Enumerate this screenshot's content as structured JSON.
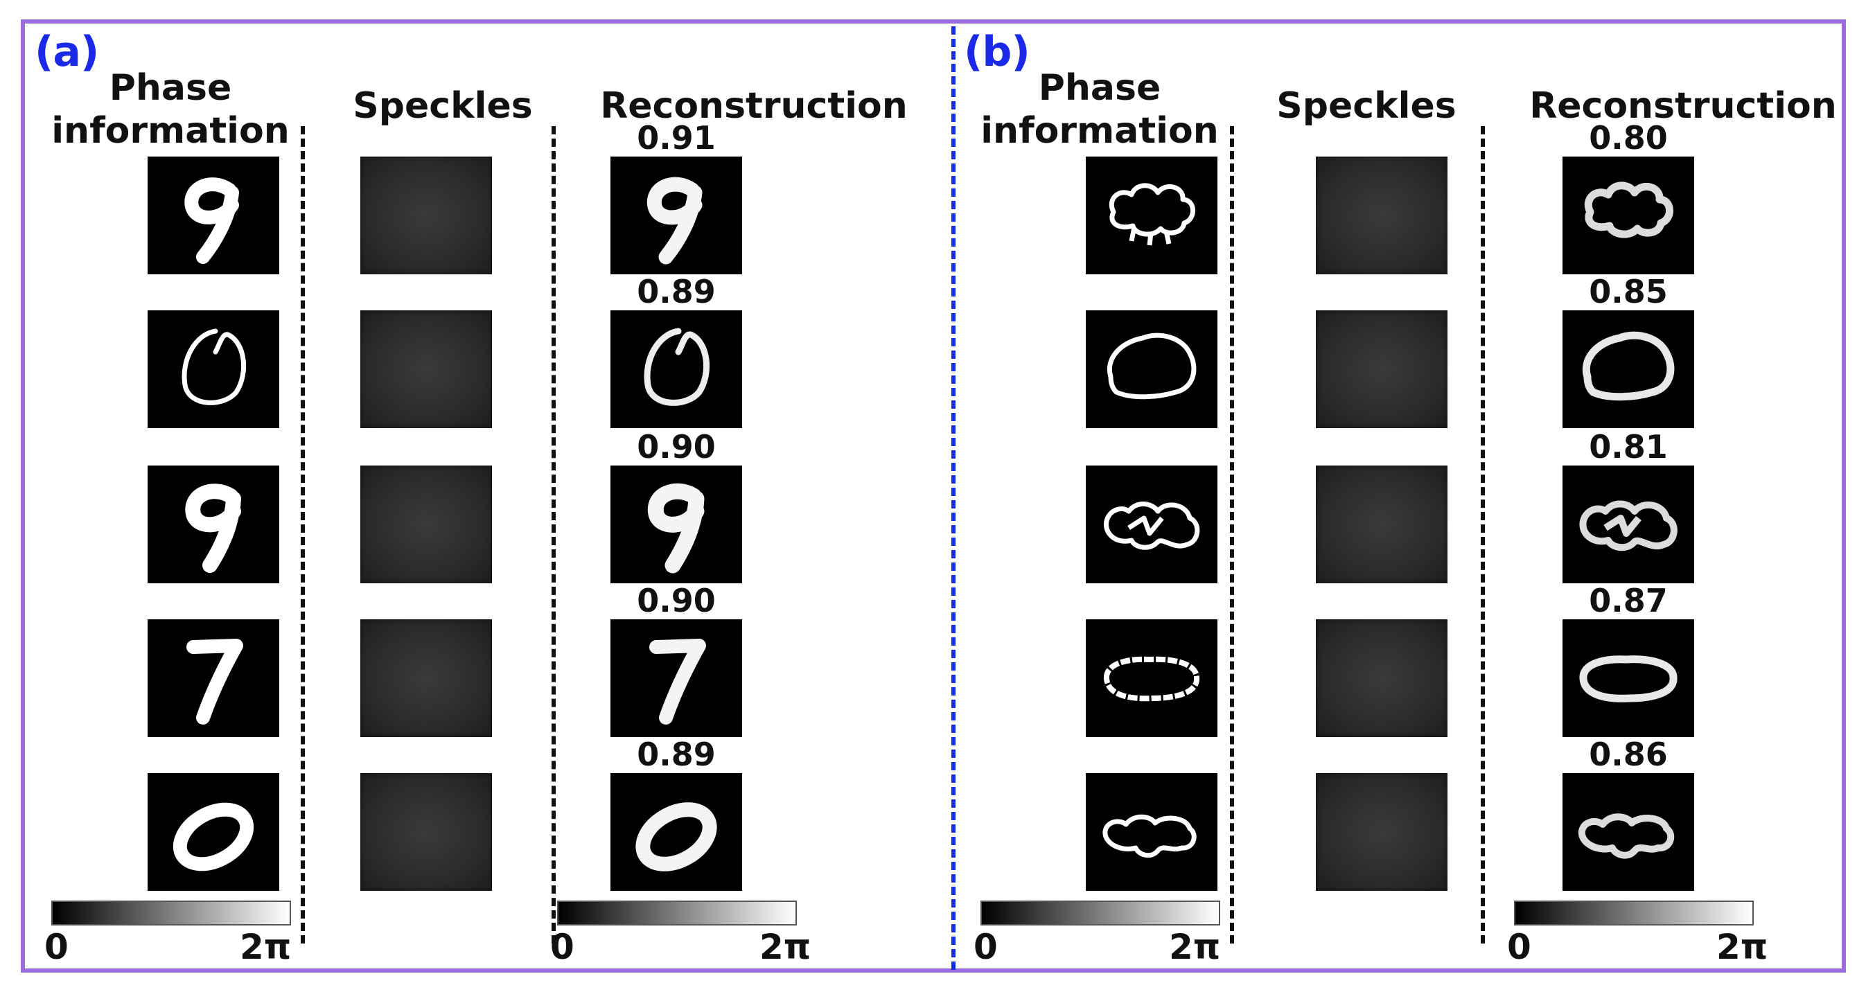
{
  "panels": [
    {
      "label": "(a)",
      "headers": {
        "phase": "Phase information",
        "speckles": "Speckles",
        "reconstruction": "Reconstruction"
      },
      "scores": [
        "0.91",
        "0.89",
        "0.90",
        "0.90",
        "0.89"
      ],
      "colorbar": {
        "min": "0",
        "max": "2π"
      }
    },
    {
      "label": "(b)",
      "headers": {
        "phase": "Phase information",
        "speckles": "Speckles",
        "reconstruction": "Reconstruction"
      },
      "scores": [
        "0.80",
        "0.85",
        "0.81",
        "0.87",
        "0.86"
      ],
      "colorbar": {
        "min": "0",
        "max": "2π"
      }
    }
  ],
  "colors": {
    "frame": "#9b6cdb",
    "panel_label": "#1a2ae8",
    "center_divider": "#1330e6"
  }
}
